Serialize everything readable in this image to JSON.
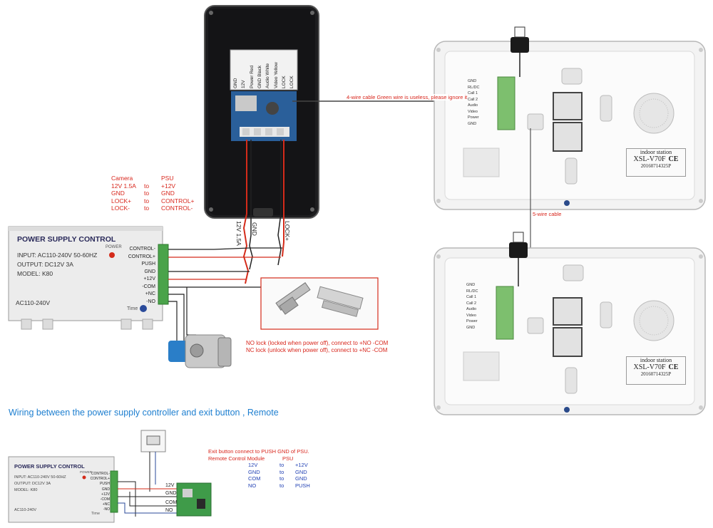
{
  "camera_module": {
    "label_rows": [
      "LOCK",
      "LOCK",
      "Video Yellow",
      "Audio White",
      "GND Black",
      "Power Red",
      "GND",
      "12V"
    ],
    "wire_labels": {
      "v12": "12V 1.5A",
      "gnd": "GND",
      "lock": "LOCK+"
    }
  },
  "wiring_table": {
    "header_left": "Camera",
    "header_right": "PSU",
    "rows": [
      {
        "left": "12V 1.5A",
        "mid": "to",
        "right": "+12V"
      },
      {
        "left": "GND",
        "mid": "to",
        "right": "GND"
      },
      {
        "left": "LOCK+",
        "mid": "to",
        "right": "CONTROL+"
      },
      {
        "left": "LOCK-",
        "mid": "to",
        "right": "CONTROL-"
      }
    ]
  },
  "psu_main": {
    "title": "POWER SUPPLY CONTROL",
    "spec_lines": [
      "INPUT: AC110-240V 50-60HZ",
      "OUTPUT: DC12V 3A",
      "MODEL: K80"
    ],
    "ac_label": "AC110-240V",
    "power_label": "POWER",
    "time_label": "Time",
    "terminals": [
      "CONTROL-",
      "CONTROL+",
      "PUSH",
      "GND",
      "+12V",
      "-COM",
      "+NC",
      "-NO"
    ]
  },
  "lock_note": {
    "line1": "NO lock (locked when power off), connect to +NO -COM",
    "line2": "NC lock (unlock when power off), connect to +NC -COM"
  },
  "cable_notes": {
    "four_wire": "4-wire cable Green wire is useless, please ignore it",
    "five_wire": "5-wire cable"
  },
  "monitors": [
    {
      "title": "indoor station",
      "model": "XSL-V70F",
      "ce": "CE",
      "serial": "20160714325P",
      "port_labels": [
        "GND",
        "RL/DC",
        "Call 1",
        "Call 2",
        "Audio",
        "Video",
        "Power",
        "GND"
      ]
    },
    {
      "title": "indoor station",
      "model": "XSL-V70F",
      "ce": "CE",
      "serial": "20160714325P",
      "port_labels": [
        "GND",
        "RL/DC",
        "Call 1",
        "Call 2",
        "Audio",
        "Video",
        "Power",
        "GND"
      ]
    }
  ],
  "section2_title": "Wiring between the power supply controller and exit button , Remote",
  "psu_small": {
    "title": "POWER SUPPLY CONTROL",
    "spec_lines": [
      "INPUT: AC110-240V 50-60HZ",
      "OUTPUT: DC12V 3A",
      "MODEL: K80"
    ],
    "ac_label": "AC110-240V",
    "power_label": "POWER",
    "time_label": "Time",
    "terminals": [
      "CONTROL-",
      "CONTROL+",
      "PUSH",
      "GND",
      "+12V",
      "-COM",
      "+NC",
      "-NO"
    ]
  },
  "remote_wire_labels": [
    "12V",
    "GND",
    "COM",
    "NO"
  ],
  "remote_table": {
    "line1": "Exit button connect to PUSH GND of PSU.",
    "header_left": "Remote Control Module",
    "header_right": "PSU",
    "rows": [
      {
        "left": "12V",
        "mid": "to",
        "right": "+12V"
      },
      {
        "left": "GND",
        "mid": "to",
        "right": "GND"
      },
      {
        "left": "COM",
        "mid": "to",
        "right": "GND"
      },
      {
        "left": "NO",
        "mid": "to",
        "right": "PUSH"
      }
    ]
  }
}
